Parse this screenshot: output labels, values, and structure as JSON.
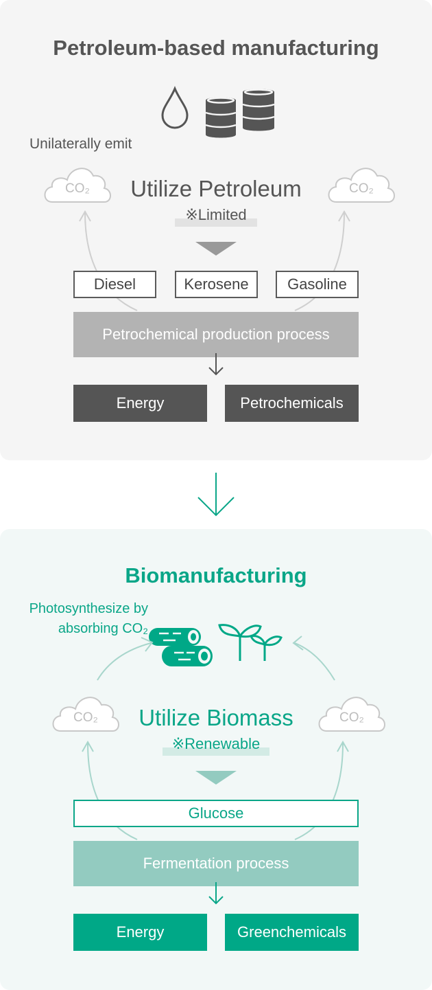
{
  "petroleum": {
    "title": "Petroleum-based manufacturing",
    "emit_label": "Unilaterally emit",
    "cloud_label": "CO₂",
    "utilize": "Utilize Petroleum",
    "note": "※Limited",
    "products": [
      "Diesel",
      "Kerosene",
      "Gasoline"
    ],
    "process": "Petrochemical production process",
    "outputs": [
      "Energy",
      "Petrochemicals"
    ],
    "icons": [
      "oil-drop-icon",
      "oil-barrels-icon"
    ],
    "colors": {
      "primary": "#555555",
      "process": "#b3b3b3",
      "panel": "#f5f5f5"
    }
  },
  "biomanufacturing": {
    "title": "Biomanufacturing",
    "photosynthesis_label_line1": "Photosynthesize by",
    "photosynthesis_label_line2": "absorbing CO₂",
    "cloud_label": "CO₂",
    "utilize": "Utilize Biomass",
    "note": "※Renewable",
    "intermediate": "Glucose",
    "process": "Fermentation process",
    "outputs": [
      "Energy",
      "Greenchemicals"
    ],
    "icons": [
      "logs-icon",
      "sprouts-icon"
    ],
    "colors": {
      "primary": "#00a887",
      "process": "#93cbc0",
      "panel": "#f2f8f7"
    }
  }
}
